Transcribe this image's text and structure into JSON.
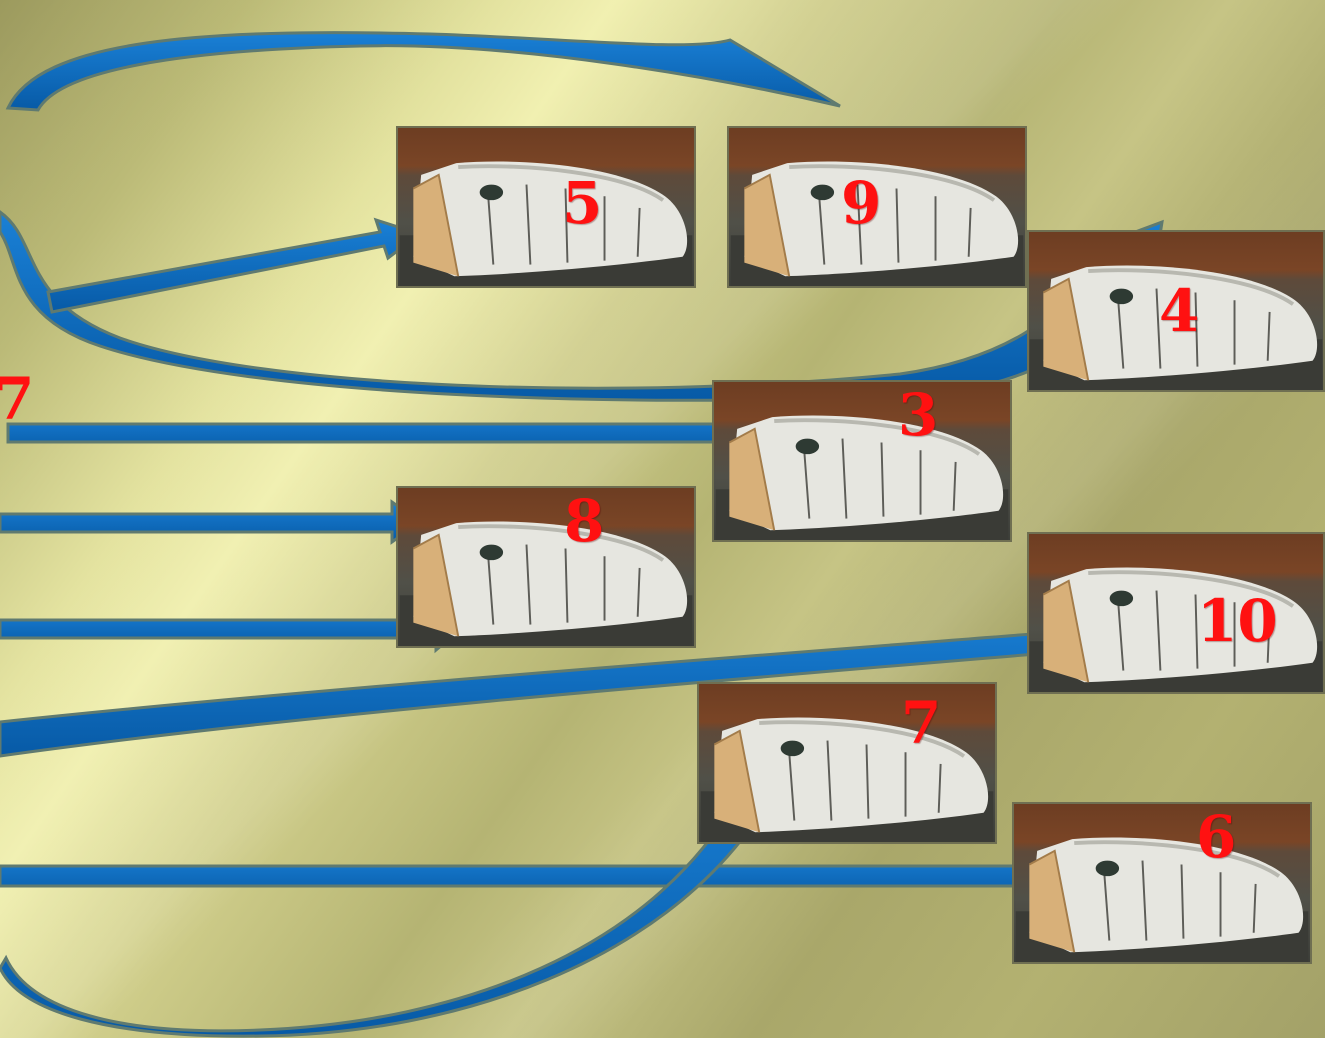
{
  "logs": [
    {
      "label": "5"
    },
    {
      "label": "9"
    },
    {
      "label": "4"
    },
    {
      "label": "3"
    },
    {
      "label": "8"
    },
    {
      "label": "10"
    },
    {
      "label": "7"
    },
    {
      "label": "6"
    }
  ],
  "stray_mark": "7",
  "colors": {
    "arrow_fill": "#0d6fc4",
    "arrow_stroke": "#5f7a70",
    "label": "#ff1111"
  }
}
